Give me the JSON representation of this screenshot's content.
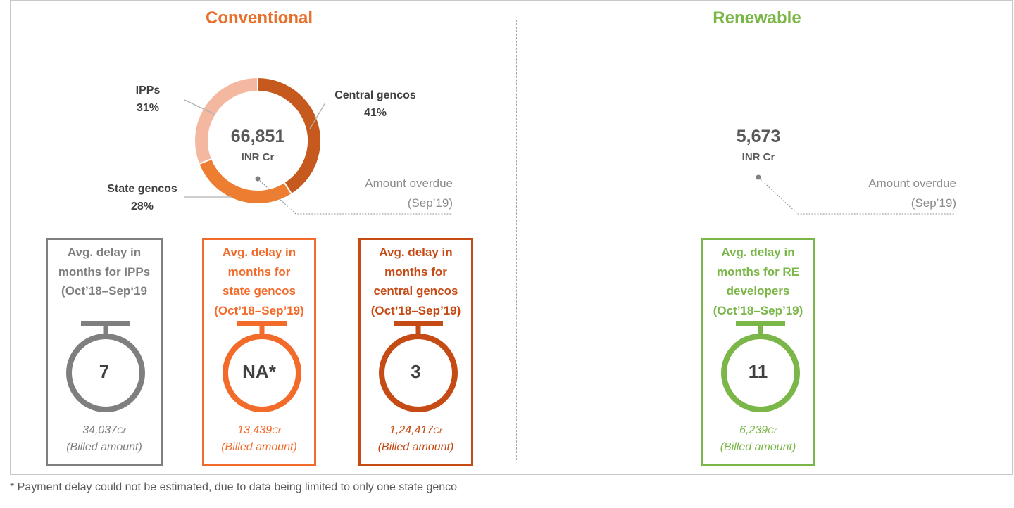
{
  "sections": {
    "conventional": {
      "title": "Conventional",
      "total_value": "66,851",
      "total_unit": "INR Cr",
      "overdue_line1": "Amount overdue",
      "overdue_line2": "(Sep’19)"
    },
    "renewable": {
      "title": "Renewable",
      "total_value": "5,673",
      "total_unit": "INR Cr",
      "overdue_line1": "Amount overdue",
      "overdue_line2": "(Sep’19)"
    }
  },
  "chart_data": {
    "type": "pie",
    "variant": "donut",
    "categories": [
      "Central gencos",
      "State gencos",
      "IPPs"
    ],
    "values": [
      41,
      28,
      31
    ],
    "unit": "%",
    "value_labels": [
      "41%",
      "28%",
      "31%"
    ],
    "colors": [
      "#c65a1e",
      "#ed7d31",
      "#f4b8a0"
    ],
    "center_label": "66,851",
    "center_unit": "INR Cr"
  },
  "delay_cards": [
    {
      "title_lines": [
        "Avg. delay in",
        "months for IPPs",
        "(Oct’18–Sep‘19"
      ],
      "value": "7",
      "amount": "34,037",
      "amount_unit": "Cr",
      "amount_note": "(Billed amount)",
      "color": "#7f7f7f",
      "title_color": "#7f7f7f"
    },
    {
      "title_lines": [
        "Avg. delay in",
        "months for",
        "state gencos",
        "(Oct’18–Sep’19)"
      ],
      "value": "NA*",
      "amount": "13,439",
      "amount_unit": "Cr",
      "amount_note": "(Billed amount)",
      "color": "#f26b2a",
      "title_color": "#f26b2a"
    },
    {
      "title_lines": [
        "Avg. delay in",
        "months for",
        "central gencos",
        "(Oct’18–Sep’19)"
      ],
      "value": "3",
      "amount": "1,24,417",
      "amount_unit": "Cr",
      "amount_note": "(Billed amount)",
      "color": "#c54a14",
      "title_color": "#c54a14"
    },
    {
      "title_lines": [
        "Avg. delay in",
        "months for RE",
        "developers",
        "(Oct’18–Sep’19)"
      ],
      "value": "11",
      "amount": "6,239",
      "amount_unit": "Cr",
      "amount_note": "(Billed amount)",
      "color": "#7ab648",
      "title_color": "#7ab648"
    }
  ],
  "footnote": "* Payment delay could not be estimated, due to data being limited to only one state genco"
}
